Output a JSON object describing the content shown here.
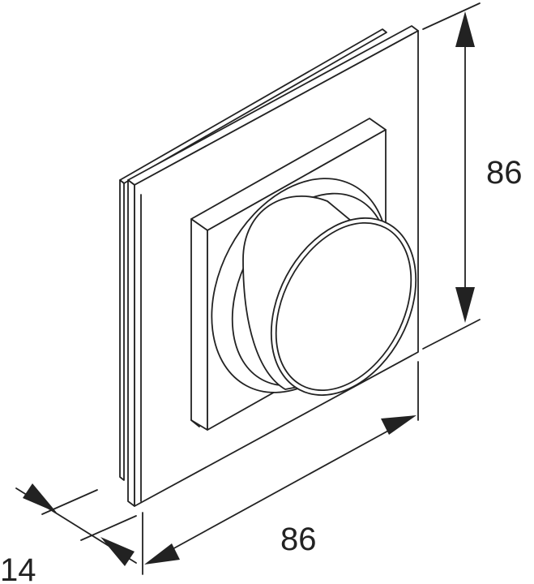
{
  "drawing": {
    "dimensions": {
      "height": {
        "label": "86"
      },
      "width": {
        "label": "86"
      },
      "depth": {
        "label": "14"
      }
    },
    "colors": {
      "line": "#222222",
      "background": "#ffffff"
    }
  }
}
